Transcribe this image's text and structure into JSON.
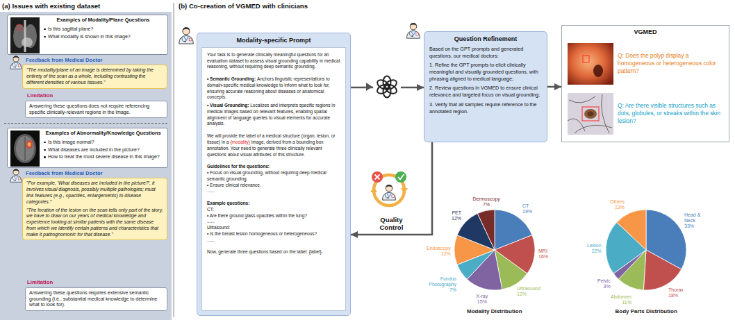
{
  "diagram": {
    "nodes": [
      {
        "text": [
          "(a) Issues with existing dataset"
        ]
      },
      {
        "text": [
          "Examples of Modality/Plane Questions",
          "Is this sagittal plane?",
          "What modality is shown in this image?"
        ],
        "in": 0
      },
      {
        "text": [
          "Feedback from Medical Doctor",
          "\"The modality/plane of an image is determined by taking the entirety of the scan as a whole, including contrasting the different densities of various tissues.\""
        ],
        "in": 0
      },
      {
        "text": [
          "Limitation",
          "Answering these questions does not require referencing specific clinically-relevant regions in the image."
        ],
        "in": 0
      },
      {
        "text": [
          "Examples of Abnormality/Knowledge Questions",
          "Is this image normal?",
          "What diseases are included in the picture?",
          "How to treat the most severe disease in this image?"
        ],
        "in": 0
      },
      {
        "text": [
          "Feedback from Medical Doctor",
          "\"For example, 'What diseases are included in the picture?', it involves visual diagnosis, possibly multiple pathologies; must link features (e.g., opacities, enlargements) to disease categories.\"",
          "\"The location of the lesion on the scan tells only part of the story, we have to draw on our years of medical knowledge and experience looking at similar patients with the same disease from which we identify certain patterns and characteristics that make it pathognomonic for that disease.\""
        ],
        "in": 0
      },
      {
        "text": [
          "Limitation",
          "Answering these questions requires extensive semantic grounding (i.e., substantial medical knowledge to determine what to look for)."
        ],
        "in": 0
      },
      {
        "text": [
          "Modality-specific Prompt",
          "Your task is to generate clinically meaningful questions for an evaluation dataset to assess visual grounding capability in medical reasoning, without requiring deep semantic grounding.",
          "• Semantic Grounding:",
          "Anchors linguistic representations to domain-specific medical knowledge to inform what to look for, ensuring accurate reasoning about diseases or anatomical concepts.",
          "• Visual Grounding:",
          "Localizes and interprets specific regions in medical images based on relevant features, enabling spatial alignment of language queries to visual elements for accurate analysis.",
          "We will provide the label of a medical structure (organ, lesion, or tissue) in a",
          "{modality}",
          "image, derived from a bounding box annotation. Your need to generate three clinically relevant questions about visual attributes of this structure.",
          "Guidelines for the questions:",
          "• Focus on visual grounding, without requiring deep medical semantic grounding.",
          "• Ensure clinical relevance.",
          "......",
          "Example questions:",
          "CT:",
          "• Are there ground glass opacities within the lung?",
          "......",
          "Ultrasound:",
          "• Is the breast lesion homogeneous or heterogeneous?",
          "......",
          "Now, generate three questions based on the label: {label}."
        ]
      },
      {
        "text": [
          "Question Refinement",
          "Based on the GPT prompts and generated questions, our medical doctors:",
          "1. Refine the GPT prompts to elicit clinically meaningful and visually grounded questions, with phrasing aligned to medical language;",
          "2. Review questions in VGMED to ensure clinical relevance and targeted focus on visual grounding;",
          "3. Verify that all samples require reference to the annotated region."
        ]
      },
      {
        "text": [
          "VGMED",
          "Q: Does the polyp display a homogeneous or heterogeneous color pattern?",
          "Q: Are there visible structures such as dots, globules, or streaks within the skin lesion?"
        ]
      }
    ],
    "edges": [
      {
        "from": 7,
        "to": 8,
        "arrow": "to"
      },
      {
        "from": 8,
        "to": 9,
        "arrow": "to"
      },
      {
        "from": 8,
        "to": 7,
        "arrow": "to",
        "label": "Quality Control"
      }
    ],
    "labels": [
      "(b) Co-creation of VGMED with clinicians",
      "CT",
      "19%",
      "MRI",
      "16%",
      "Ultrasound",
      "12%",
      "X-ray",
      "15%",
      "Fundus Photography",
      "7%",
      "Endoscopy",
      "12%",
      "PET",
      "12%",
      "Dermoscopy",
      "7%",
      "Modality Distribution",
      "Head & Neck",
      "33%",
      "Thorax",
      "18%",
      "Abdomen",
      "11%",
      "Pelvic",
      "3%",
      "Lesion",
      "22%",
      "Others",
      "13%",
      "Body Parts Distribution"
    ]
  }
}
